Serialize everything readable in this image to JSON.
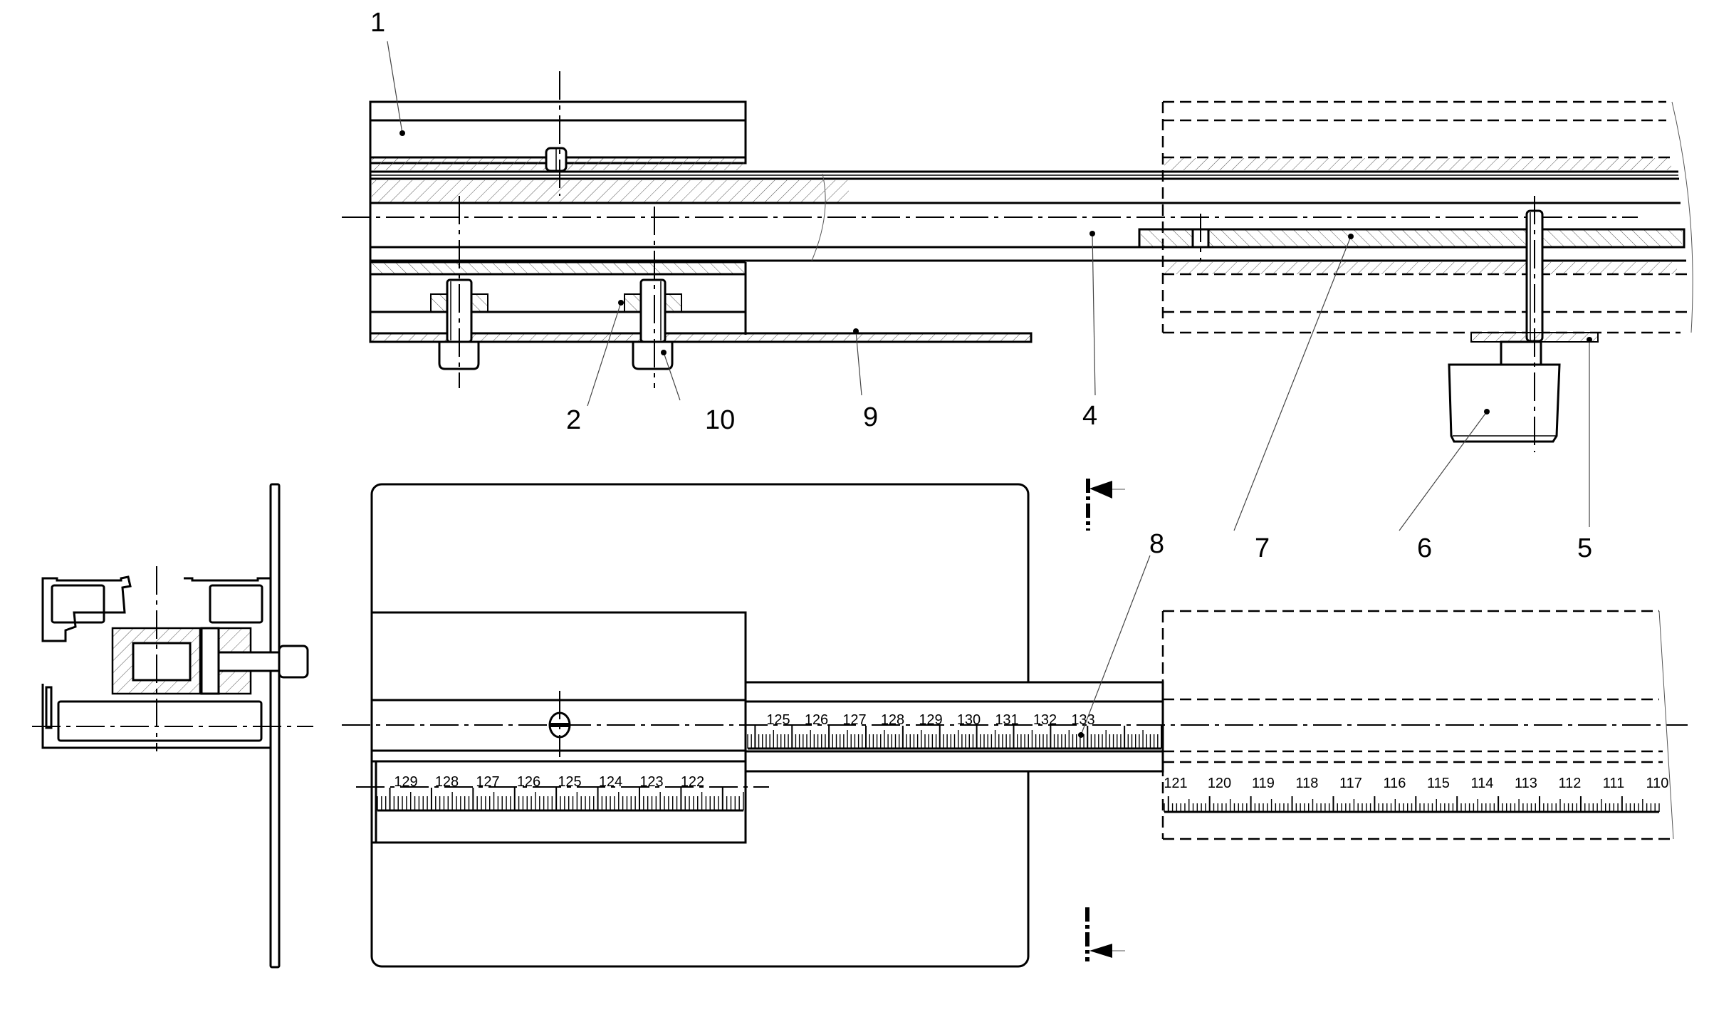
{
  "figure": {
    "type": "technical-drawing",
    "views": [
      "side-section",
      "cross-section",
      "top-plan"
    ]
  },
  "callouts": [
    {
      "id": "label-1",
      "text": "1"
    },
    {
      "id": "label-2",
      "text": "2"
    },
    {
      "id": "label-10",
      "text": "10"
    },
    {
      "id": "label-9",
      "text": "9"
    },
    {
      "id": "label-4",
      "text": "4"
    },
    {
      "id": "label-7",
      "text": "7"
    },
    {
      "id": "label-6",
      "text": "6"
    },
    {
      "id": "label-5",
      "text": "5"
    },
    {
      "id": "label-8",
      "text": "8"
    }
  ],
  "scales": {
    "slider_scale": [
      "125",
      "126",
      "127",
      "128",
      "129",
      "130",
      "131",
      "132",
      "133"
    ],
    "fixed_scale_left": [
      "129",
      "128",
      "127",
      "126",
      "125",
      "124",
      "123",
      "122"
    ],
    "fixed_scale_right": [
      "121",
      "120",
      "119",
      "118",
      "117",
      "116",
      "115",
      "114",
      "113",
      "112",
      "111",
      "110"
    ]
  }
}
